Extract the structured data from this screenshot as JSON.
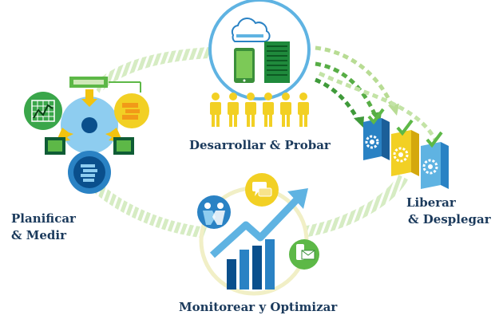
{
  "diagram": {
    "stages": {
      "develop": {
        "line1": "Desarrollar & Probar"
      },
      "plan": {
        "line1": "Planificar",
        "line2": "& Medir"
      },
      "release": {
        "line1": "Liberar",
        "line2": "& Desplegar"
      },
      "monitor": {
        "line1": "Monitorear y Optimizar"
      }
    },
    "colors": {
      "label_text": "#1b3a5c",
      "ring_blue": "#5fb3e2",
      "ring_cream": "#f1efc6",
      "arc_green": "#d9edc4",
      "arrow_green": "#55a945",
      "yellow": "#f2d024",
      "green": "#5db847",
      "light_blue": "#8ecdf0",
      "dark_blue": "#0a4f8c",
      "mid_blue": "#2a82c4"
    },
    "icons": [
      "cloud-icon",
      "smartphone-icon",
      "server-icon",
      "people-icon",
      "chart-icon",
      "checklist-icon",
      "person-icon",
      "document-stack-icon",
      "gear-server-icon",
      "checkmark-icon",
      "handshake-icon",
      "chat-icon",
      "mail-phone-icon",
      "bar-chart-icon",
      "trend-arrow-icon"
    ]
  }
}
